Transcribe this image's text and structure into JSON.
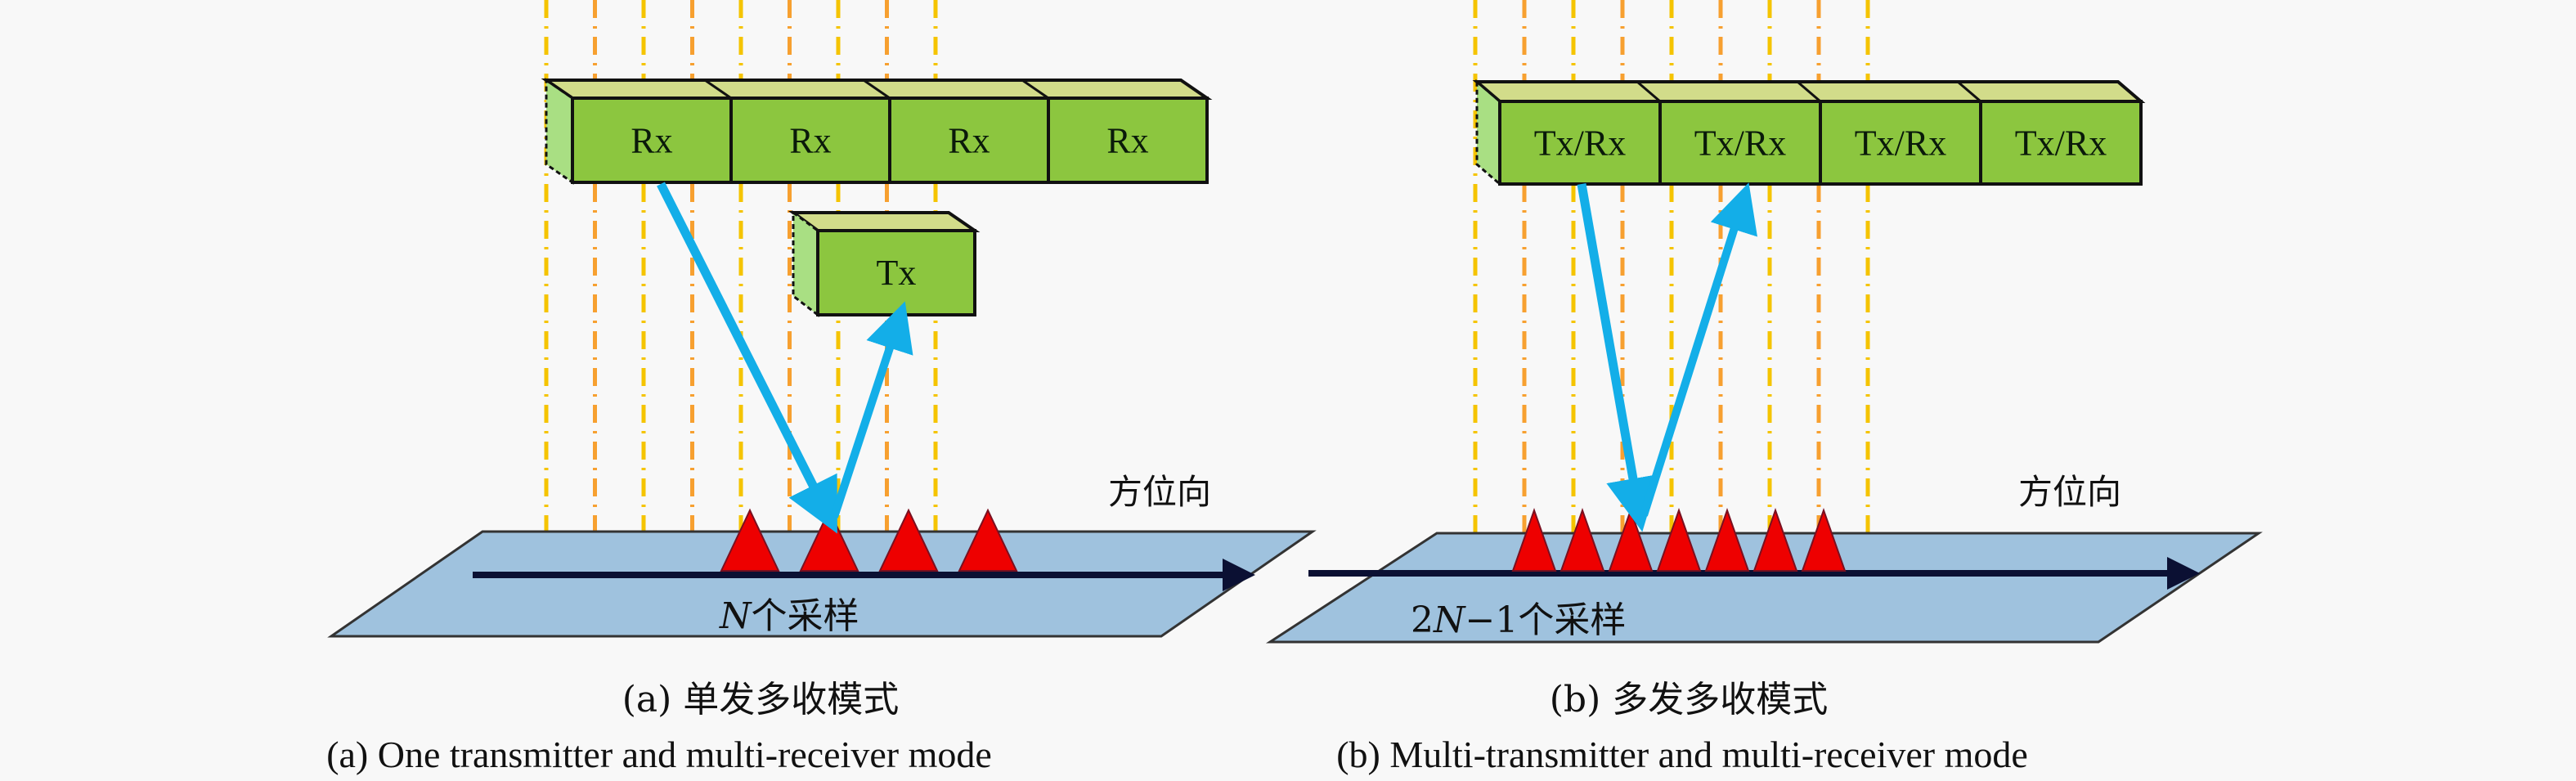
{
  "colors": {
    "background": "#f8f8f8",
    "box_front": "#8cc63f",
    "box_top": "#d2dc8a",
    "box_side": "#a9df83",
    "box_edge": "#111111",
    "plane": "#9fc2de",
    "plane_edge": "#333333",
    "target": "#ee0000",
    "beam": "#13aee8",
    "axis": "#0b1033",
    "dash_primary": "#f5c400",
    "dash_secondary": "#f7a030"
  },
  "panel_a": {
    "receivers": [
      "Rx",
      "Rx",
      "Rx",
      "Rx"
    ],
    "transmitter": "Tx",
    "direction_label": "方位向",
    "sample_label_italic": "N",
    "sample_label_rest": "个采样",
    "targets_count": 4,
    "dash_lines_count": 9,
    "caption_cn": "(a) 单发多收模式",
    "caption_en": "(a) One transmitter and multi-receiver mode"
  },
  "panel_b": {
    "transceivers": [
      "Tx/Rx",
      "Tx/Rx",
      "Tx/Rx",
      "Tx/Rx"
    ],
    "direction_label": "方位向",
    "sample_label_prefix": "2",
    "sample_label_italic": "N",
    "sample_label_rest": "−1个采样",
    "targets_count": 7,
    "dash_lines_count": 9,
    "caption_cn": "(b) 多发多收模式",
    "caption_en": "(b) Multi-transmitter and multi-receiver mode"
  }
}
